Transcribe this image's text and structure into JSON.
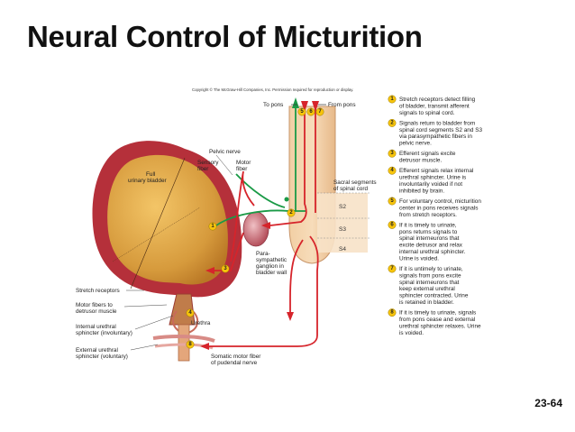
{
  "slide": {
    "title": "Neural Control of Micturition",
    "number": "23-64"
  },
  "diagram": {
    "copyright": "Copyright © The McGraw-Hill Companies, Inc. Permission required for reproduction or display.",
    "labels": {
      "to_pons": "To pons",
      "from_pons": "From pons",
      "pelvic_nerve": "Pelvic nerve",
      "sensory_fiber_1": "Sensory",
      "sensory_fiber_2": "fiber",
      "motor_fiber_1": "Motor",
      "motor_fiber_2": "fiber",
      "full_bladder_1": "Full",
      "full_bladder_2": "urinary bladder",
      "sacral_1": "Sacral segments",
      "sacral_2": "of spinal cord",
      "s2": "S2",
      "s3": "S3",
      "s4": "S4",
      "ganglion_1": "Para-",
      "ganglion_2": "sympathetic",
      "ganglion_3": "ganglion in",
      "ganglion_4": "bladder wall",
      "stretch_receptors": "Stretch receptors",
      "motor_fibers_1": "Motor fibers to",
      "motor_fibers_2": "detrusor muscle",
      "urethra": "Urethra",
      "internal_sphincter_1": "Internal urethral",
      "internal_sphincter_2": "sphincter (involuntary)",
      "external_sphincter_1": "External urethral",
      "external_sphincter_2": "sphincter (voluntary)",
      "somatic_1": "Somatic motor fiber",
      "somatic_2": "of pudendal nerve"
    },
    "markers": [
      "1",
      "2",
      "3",
      "4",
      "5",
      "6",
      "7",
      "8"
    ],
    "steps": [
      {
        "num": "1",
        "lines": [
          "Stretch receptors detect filling",
          "of bladder, transmit afferent",
          "signals to spinal cord."
        ]
      },
      {
        "num": "2",
        "lines": [
          "Signals return to bladder from",
          "spinal cord segments S2 and S3",
          "via parasympathetic fibers in",
          "pelvic nerve."
        ]
      },
      {
        "num": "3",
        "lines": [
          "Efferent signals excite",
          "detrusor muscle."
        ]
      },
      {
        "num": "4",
        "lines": [
          "Efferent signals relax internal",
          "urethral sphincter. Urine is",
          "involuntarily voided if not",
          "inhibited by brain."
        ]
      },
      {
        "num": "5",
        "lines": [
          "For voluntary control, micturition",
          "center in pons receives signals",
          "from stretch receptors."
        ]
      },
      {
        "num": "6",
        "lines": [
          "If it is timely to urinate,",
          "pons returns signals to",
          "spinal interneurons that",
          "excite detrusor and relax",
          "internal urethral sphincter.",
          "Urine is voided."
        ]
      },
      {
        "num": "7",
        "lines": [
          "If it is untimely to urinate,",
          "signals from pons excite",
          "spinal interneurons that",
          "keep external urethral",
          "sphincter contracted. Urine",
          "is retained in bladder."
        ]
      },
      {
        "num": "8",
        "lines": [
          "If it is timely to urinate, signals",
          "from pons cease and external",
          "urethral sphincter relaxes. Urine",
          "is voided."
        ]
      }
    ]
  }
}
